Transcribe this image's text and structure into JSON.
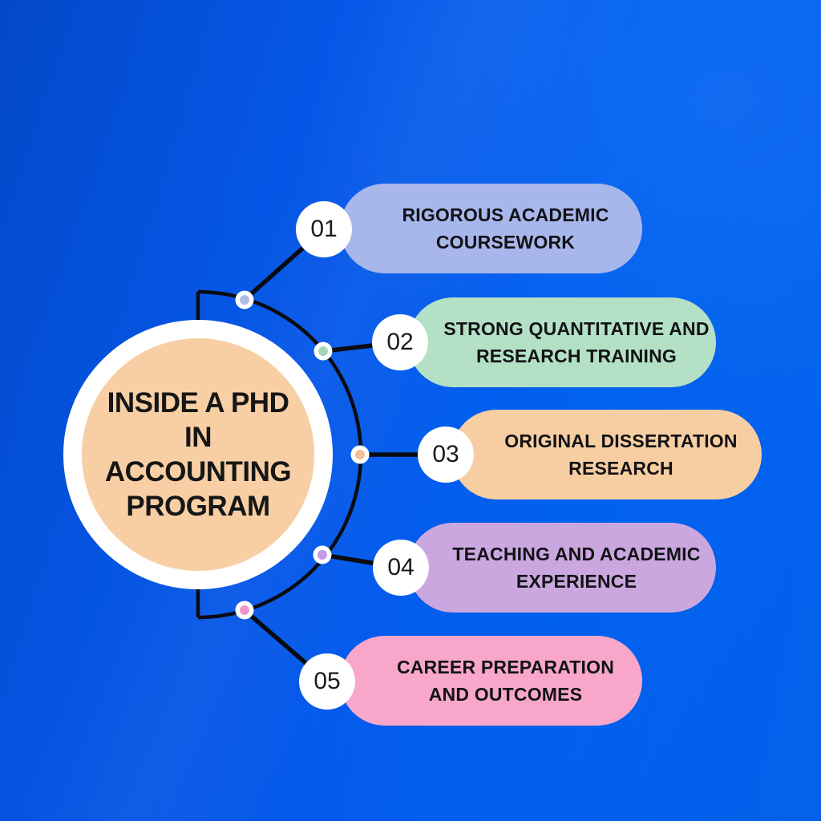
{
  "title": {
    "lines": [
      "INSIDE A PHD",
      "IN",
      "ACCOUNTING",
      "PROGRAM"
    ]
  },
  "items": [
    {
      "number": "01",
      "label": "RIGOROUS ACADEMIC COURSEWORK",
      "pill_color": "#a8b7eb",
      "dot_color": "#aebbe8"
    },
    {
      "number": "02",
      "label": "STRONG QUANTITATIVE AND RESEARCH TRAINING",
      "pill_color": "#b4e1c6",
      "dot_color": "#a6d6ba"
    },
    {
      "number": "03",
      "label": "ORIGINAL DISSERTATION RESEARCH",
      "pill_color": "#f7cea2",
      "dot_color": "#f2be92"
    },
    {
      "number": "04",
      "label": "TEACHING AND ACADEMIC EXPERIENCE",
      "pill_color": "#cba7e0",
      "dot_color": "#c29be5"
    },
    {
      "number": "05",
      "label": "CAREER PREPARATION AND OUTCOMES",
      "pill_color": "#f8a7cb",
      "dot_color": "#ee97c6"
    }
  ],
  "colors": {
    "background_left": "#0450da",
    "background_right": "#0366f6",
    "center_circle_fill": "#f8cfa4",
    "center_circle_border": "#ffffff",
    "connector_line": "#0b0b12",
    "number_circle_fill": "#ffffff",
    "text": "#161616"
  }
}
